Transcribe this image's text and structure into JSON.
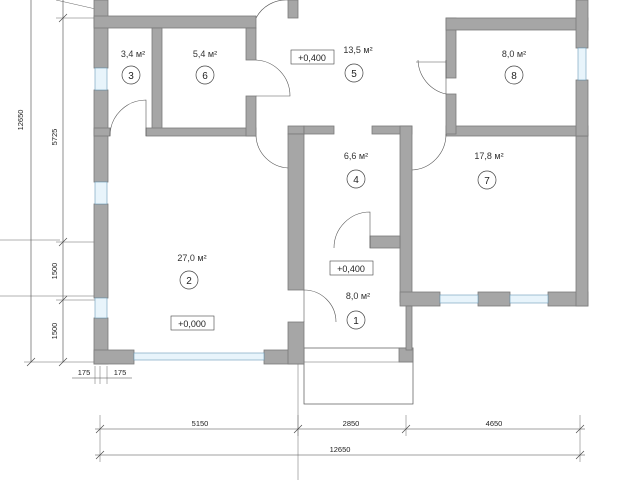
{
  "rooms": [
    {
      "id": "3",
      "area": "3,4 м²",
      "number": "3"
    },
    {
      "id": "6",
      "area": "5,4 м²",
      "number": "6"
    },
    {
      "id": "5",
      "area": "13,5 м²",
      "number": "5"
    },
    {
      "id": "8",
      "area": "8,0 м²",
      "number": "8"
    },
    {
      "id": "4",
      "area": "6,6 м²",
      "number": "4"
    },
    {
      "id": "7",
      "area": "17,8 м²",
      "number": "7"
    },
    {
      "id": "2",
      "area": "27,0 м²",
      "number": "2"
    },
    {
      "id": "1",
      "area": "8,0 м²",
      "number": "1"
    }
  ],
  "levels": {
    "hall": "+0,400",
    "entry": "+0,400",
    "living": "+0,000"
  },
  "dimensions": {
    "left_total": "12650",
    "left_upper": "5725",
    "left_mid": "1500",
    "left_low": "1500",
    "wall_a": "175",
    "wall_b": "175",
    "bottom_seg1": "5150",
    "bottom_seg2": "2850",
    "bottom_seg3": "4650",
    "bottom_total": "12650"
  }
}
